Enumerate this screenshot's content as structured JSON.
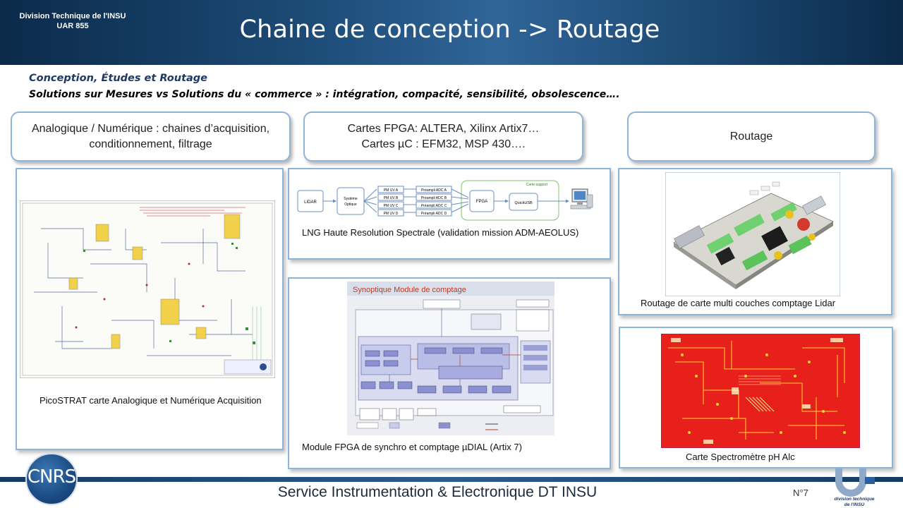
{
  "header": {
    "org_line1": "Division  Technique de l'INSU",
    "org_line2": "UAR  855",
    "title": "Chaine de conception -> Routage"
  },
  "subtitles": {
    "line1": "Conception, Études et Routage",
    "line2": "Solutions sur Mesures vs Solutions du « commerce » : intégration, compacité, sensibilité, obsolescence…."
  },
  "categories": {
    "analog": {
      "line1": "Analogique / Numérique : chaines d’acquisition,",
      "line2": "conditionnement, filtrage"
    },
    "fpga": {
      "line1": "Cartes FPGA: ALTERA, Xilinx Artix7…",
      "line2": "Cartes µC : EFM32, MSP 430…."
    },
    "routage": {
      "label": "Routage"
    }
  },
  "panels": {
    "picostrat": {
      "caption": "PicoSTRAT carte Analogique et Numérique Acquisition"
    },
    "lng": {
      "caption": "LNG Haute Resolution Spectrale (validation mission ADM-AEOLUS)",
      "diagram": {
        "lidar": "LIDAR",
        "systeme": "Système Optique",
        "pm": [
          "PM UV A",
          "PM UV B",
          "PM UV C",
          "PM UV D"
        ],
        "preampli": [
          "Préampli ADC A",
          "Préampli ADC B",
          "Préampli ADC C",
          "Préampli ADC D"
        ],
        "carte_support": "Carte support",
        "fpga": "FPGA",
        "quickusb": "QuickUSB"
      }
    },
    "comptage": {
      "caption": "Module FPGA de synchro et comptage µDIAL (Artix 7)",
      "diagram_title": "Synoptique Module de comptage"
    },
    "lidar_board": {
      "caption": "Routage de carte multi couches comptage Lidar"
    },
    "spectro": {
      "caption": "Carte  Spectromètre pH Alc"
    }
  },
  "footer": {
    "text": "Service Instrumentation  & Electronique DT INSU",
    "page": "N°7",
    "cnrs_logo": "CNRS",
    "dt_logo_line1": "division technique",
    "dt_logo_line2": "de l'INSU"
  },
  "colors": {
    "header": "#1d4c78",
    "box_border": "#8fb4d9",
    "pcb_red": "#e8201c",
    "pcb_yellow": "#f0d230"
  }
}
